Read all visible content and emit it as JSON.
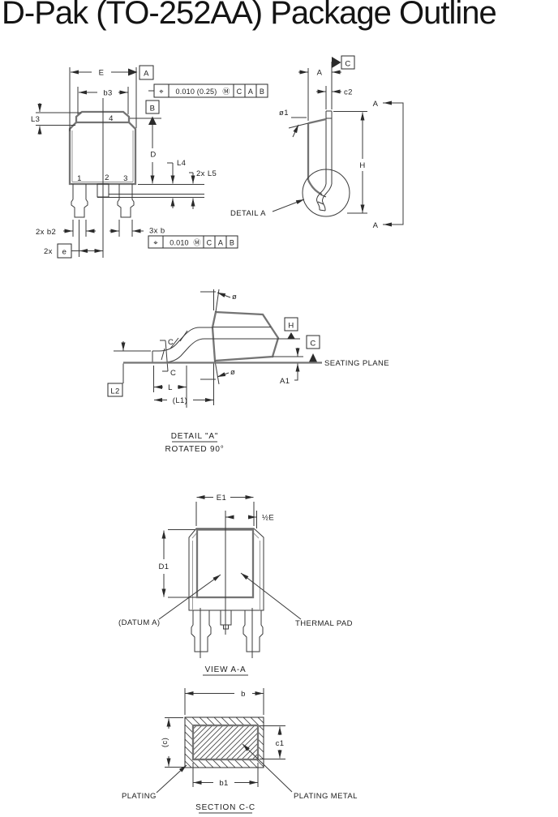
{
  "title": "D-Pak (TO-252AA) Package Outline",
  "front_view": {
    "dim_E": "E",
    "datum_A": "A",
    "dim_b3": "b3",
    "datum_B": "B",
    "dim_L3": "L3",
    "pin4": "4",
    "dim_D": "D",
    "dim_L4": "L4",
    "dim_L5": "2x L5",
    "pin1": "1",
    "pin2": "2",
    "pin3": "3",
    "dim_b2": "2x b2",
    "dim_b": "3x b",
    "dim_e_prefix": "2x",
    "dim_e": "e",
    "fcf_top": {
      "symbol": "⌖",
      "tolerance": "0.010 (0.25)",
      "modifier": "Ⓜ",
      "datums": [
        "C",
        "A",
        "B"
      ]
    },
    "fcf_bottom": {
      "symbol": "⌖",
      "tolerance": "0.010",
      "modifier": "Ⓜ",
      "datums": [
        "C",
        "A",
        "B"
      ]
    }
  },
  "side_view": {
    "datum_C": "C",
    "dim_A": "A",
    "dim_c2": "c2",
    "dim_phi1": "ø1",
    "dim_H": "H",
    "detail_label": "DETAIL A",
    "section_arrow_top": "A",
    "section_arrow_bottom": "A"
  },
  "detail_view": {
    "angle_top": "ø",
    "angle_bottom": "ø",
    "section_c_top": "C",
    "section_c_bottom": "C",
    "datum_H": "H",
    "datum_C": "C",
    "seating_plane": "SEATING PLANE",
    "dim_A1": "A1",
    "dim_L2": "L2",
    "dim_L": "L",
    "dim_L1": "(L1)",
    "caption": "DETAIL \"A\"",
    "subcaption": "ROTATED 90°"
  },
  "view_aa": {
    "dim_E1": "E1",
    "dim_half_E": "½E",
    "dim_D1": "D1",
    "datum_a_note": "(DATUM A)",
    "thermal_pad": "THERMAL PAD",
    "caption": "VIEW A-A"
  },
  "section_cc": {
    "dim_b": "b",
    "dim_c": "(c)",
    "dim_c1": "c1",
    "dim_b1": "b1",
    "plating": "PLATING",
    "plating_metal": "PLATING METAL",
    "caption": "SECTION C-C"
  }
}
